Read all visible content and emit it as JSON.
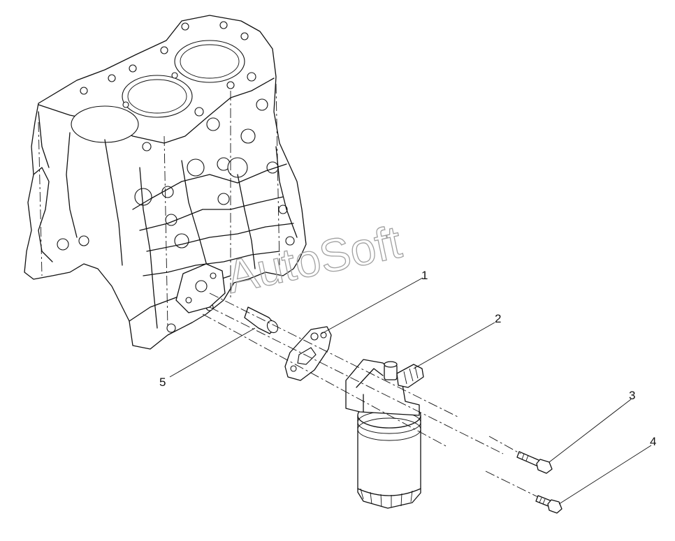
{
  "watermark": "AutoSoft",
  "callouts": [
    {
      "label": "1"
    },
    {
      "label": "2"
    },
    {
      "label": "3"
    },
    {
      "label": "4"
    },
    {
      "label": "5"
    }
  ]
}
